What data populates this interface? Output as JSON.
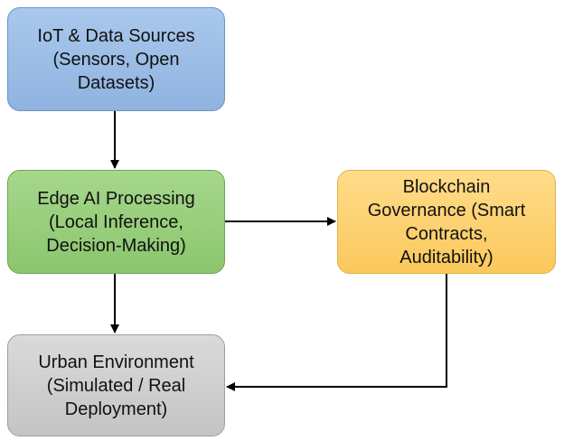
{
  "nodes": {
    "iot": {
      "lines": [
        "IoT & Data Sources",
        "(Sensors, Open",
        "Datasets)"
      ]
    },
    "edge": {
      "lines": [
        "Edge AI Processing",
        "(Local Inference,",
        "Decision-Making)"
      ]
    },
    "blockchain": {
      "lines": [
        "Blockchain",
        "Governance (Smart",
        "Contracts,",
        "Auditability)"
      ]
    },
    "urban": {
      "lines": [
        "Urban Environment",
        "(Simulated / Real",
        "Deployment)"
      ]
    }
  },
  "colors": {
    "iot_fill": "#9dbde6",
    "edge_fill": "#96cc79",
    "blockchain_fill": "#fdd273",
    "urban_fill": "#cfcfcf",
    "arrow": "#000000"
  }
}
